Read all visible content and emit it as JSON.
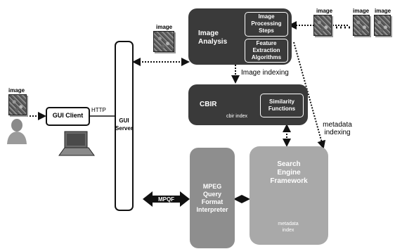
{
  "labels": {
    "image": "image",
    "gui_client": "GUI Client",
    "http": "HTTP",
    "gui_server_line1": "GUI",
    "gui_server_line2": "Server",
    "image_analysis_line1": "Image",
    "image_analysis_line2": "Analysis",
    "image_processing_line1": "Image",
    "image_processing_line2": "Processing",
    "image_processing_line3": "Steps",
    "feature_extraction_line1": "Feature",
    "feature_extraction_line2": "Extraction",
    "feature_extraction_line3": "Algorithms",
    "image_indexing": "Image indexing",
    "cbir": "CBIR",
    "cbir_index": "cbir index",
    "similarity_line1": "Similarity",
    "similarity_line2": "Functions",
    "metadata_indexing_line1": "metadata",
    "metadata_indexing_line2": "indexing",
    "search_engine_line1": "Search",
    "search_engine_line2": "Engine",
    "search_engine_line3": "Framework",
    "metadata_index_line1": "metadata",
    "metadata_index_line2": "index",
    "mpqf": "MPQF",
    "mpeg_line1": "MPEG",
    "mpeg_line2": "Query",
    "mpeg_line3": "Format",
    "mpeg_line4": "Interpreter"
  },
  "colors": {
    "dark_box": "#3a3a3a",
    "gray_box": "#8e8e8e",
    "light_box": "#a9a9a9",
    "arrow": "#111111"
  }
}
